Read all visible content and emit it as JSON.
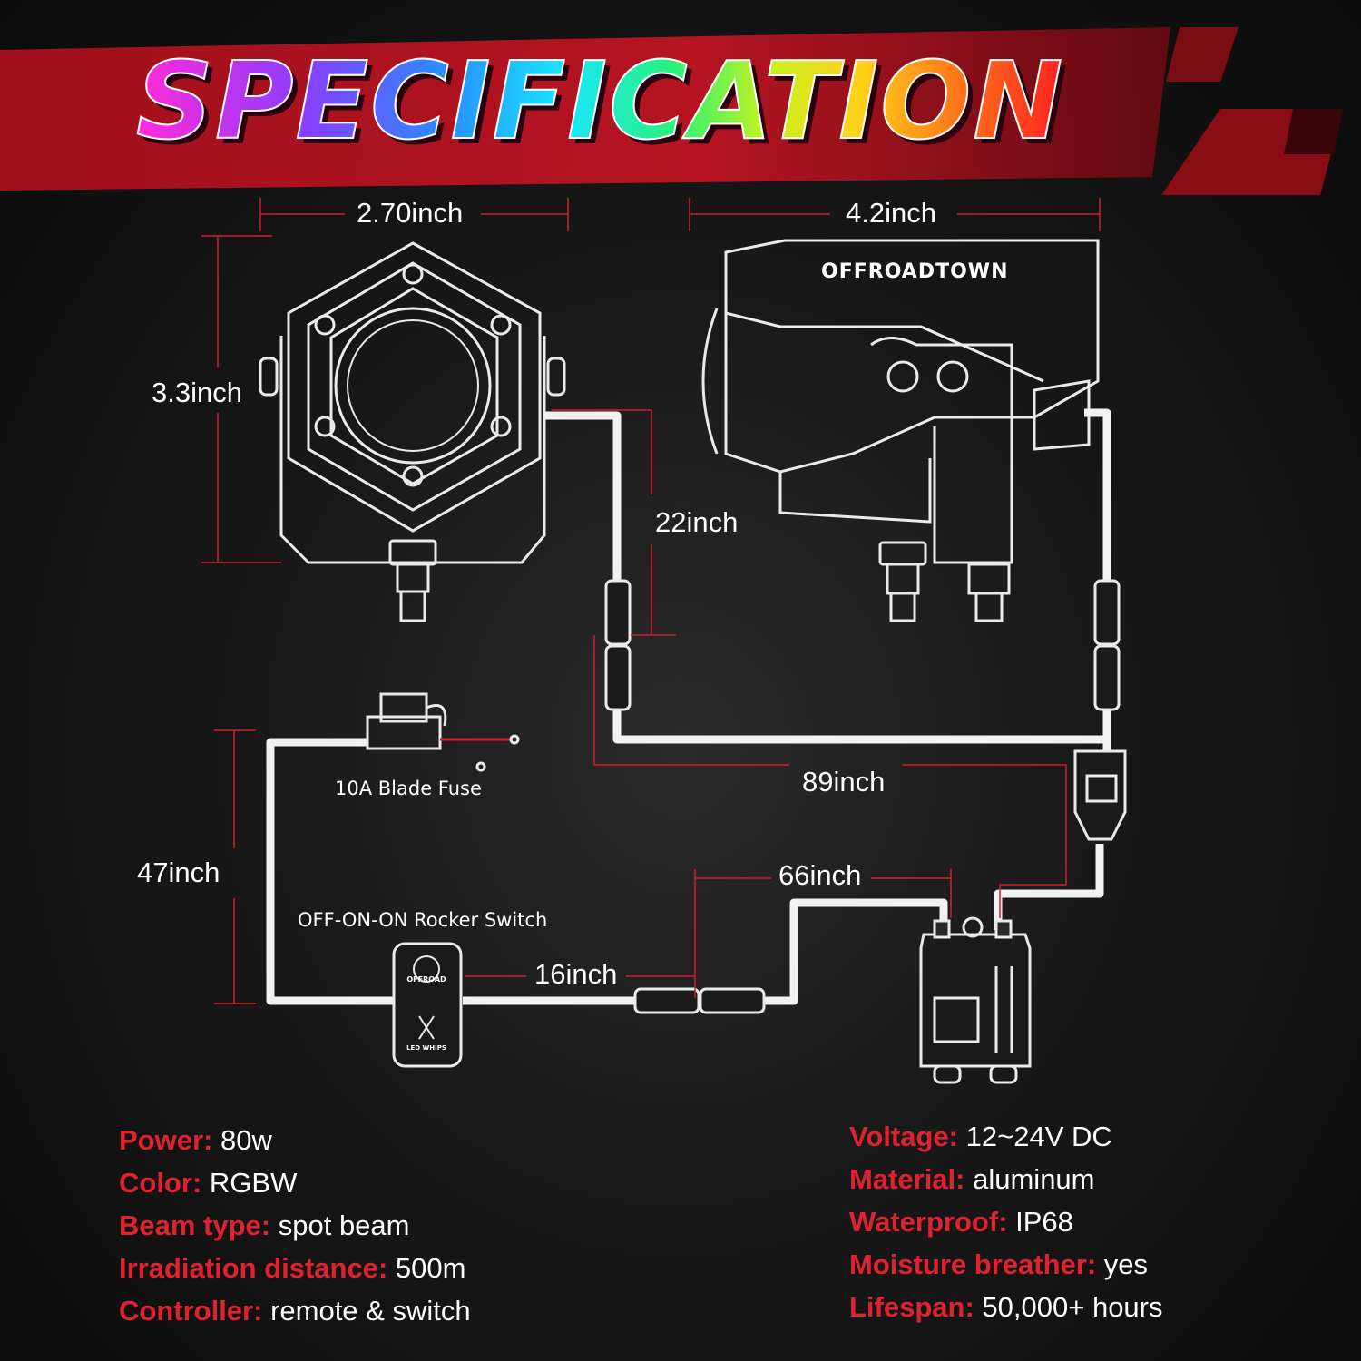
{
  "title": "SPECIFICATION",
  "brand": "OFFROADTOWN",
  "switch_text": {
    "brand": "OFFROAD",
    "legend": "LED WHIPS"
  },
  "dimensions": {
    "width_front": "2.70inch",
    "height_front": "3.3inch",
    "length_side": "4.2inch",
    "cable_22": "22inch",
    "cable_89": "89inch",
    "cable_47": "47inch",
    "cable_66": "66inch",
    "cable_16": "16inch"
  },
  "labels": {
    "fuse": "10A Blade Fuse",
    "switch": "OFF-ON-ON Rocker Switch"
  },
  "specs_left": [
    {
      "key": "Power:",
      "value": "80w"
    },
    {
      "key": "Color:",
      "value": "RGBW"
    },
    {
      "key": "Beam type:",
      "value": "spot beam"
    },
    {
      "key": "Irradiation distance:",
      "value": "500m"
    },
    {
      "key": "Controller:",
      "value": "remote & switch"
    }
  ],
  "specs_right": [
    {
      "key": "Voltage:",
      "value": "12~24V DC"
    },
    {
      "key": "Material:",
      "value": "aluminum"
    },
    {
      "key": "Waterproof:",
      "value": "IP68"
    },
    {
      "key": "Moisture breather:",
      "value": "yes"
    },
    {
      "key": "Lifespan:",
      "value": "50,000+ hours"
    }
  ],
  "colors": {
    "accent_red": "#e0212f",
    "dimension_red": "#d0202a",
    "cable_white": "#f2f2f2",
    "background": "#141414"
  }
}
